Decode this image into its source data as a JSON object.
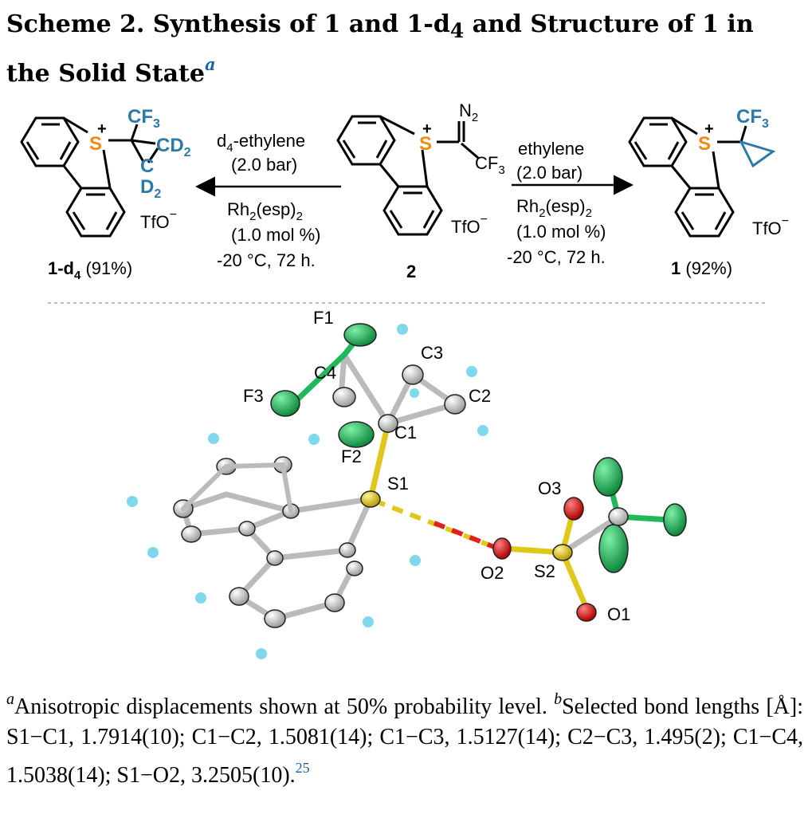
{
  "caption": {
    "title_main": "Scheme 2. Synthesis of 1 and 1-d",
    "title_sub": "4",
    "title_mid": " and Structure of 1 in the Solid State",
    "title_sup": "a"
  },
  "compounds": {
    "left_label": "1-d",
    "left_label_sub": "4",
    "left_yield": " (91%)",
    "center_label": "2",
    "right_label": "1",
    "right_yield": " (92%)",
    "counterion": "TfO",
    "counterion_charge": "−",
    "cation_charge": "+",
    "sulfur": "S",
    "cf3": "CF",
    "cf3_sub": "3",
    "cd2": "CD",
    "d2": "D",
    "c": "C",
    "n2": "N",
    "sub2": "2"
  },
  "conditions": {
    "left": {
      "reagent_pre": "d",
      "reagent_sub": "4",
      "reagent_post": "-ethylene",
      "pressure": "(2.0 bar)",
      "catalyst": "Rh",
      "catalyst_sub1": "2",
      "catalyst_mid": "(esp)",
      "catalyst_sub2": "2",
      "loading": "(1.0 mol %)",
      "temp_time": "-20 °C, 72 h."
    },
    "right": {
      "reagent": "ethylene",
      "pressure": "(2.0 bar)",
      "catalyst": "Rh",
      "catalyst_sub1": "2",
      "catalyst_mid": "(esp)",
      "catalyst_sub2": "2",
      "loading": "(1.0 mol %)",
      "temp_time": "-20 °C, 72 h."
    }
  },
  "crystal_structure": {
    "atom_labels": [
      "F1",
      "C3",
      "C4",
      "F3",
      "C2",
      "C1",
      "F2",
      "S1",
      "O3",
      "O2",
      "S2",
      "O1"
    ]
  },
  "footnote": {
    "sup_a": "a",
    "text_a": "Anisotropic displacements shown at 50% probability level. ",
    "sup_b": "b",
    "text_b": "Selected bond lengths [Å]: S1−C1, 1.7914(10); C1−C2, 1.5081(14); C1−C3, 1.5127(14); C2−C3, 1.495(2); C1−C4, 1.5038(14); S1−O2, 3.2505(10).",
    "ref": "25"
  },
  "colors": {
    "sulfur_orange": "#f08a10",
    "cf3_blue": "#2b7aa8",
    "ref_blue": "#1f63a8",
    "fluorine_green": "#1fb85a",
    "oxygen_red": "#e02020",
    "sulfur_yellow": "#e0c81a",
    "hydrogen_cyan": "#7fd8ec",
    "carbon_gray": "#c8c8c8"
  }
}
